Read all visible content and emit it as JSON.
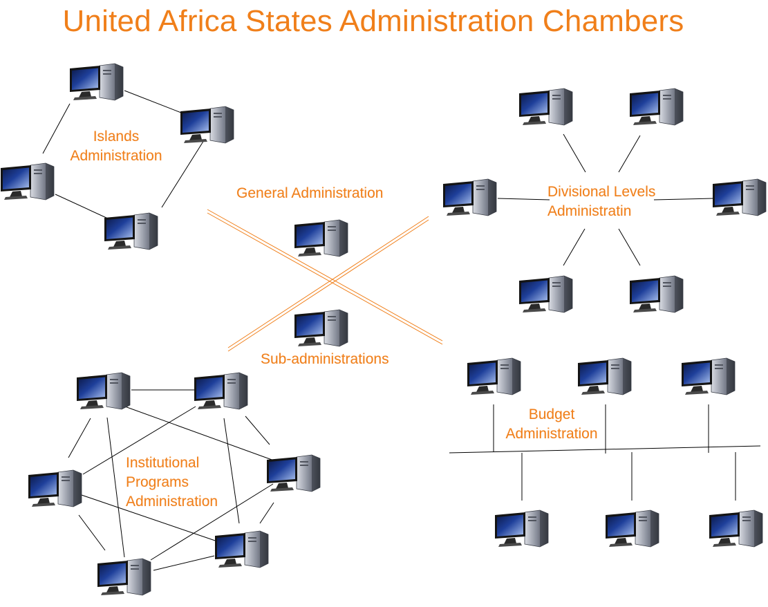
{
  "title": "United Africa States Administration Chambers",
  "groups": {
    "islands": {
      "label": "Islands\nAdministration"
    },
    "general": {
      "label": "General Administration"
    },
    "sub": {
      "label": "Sub-administrations"
    },
    "divisional": {
      "label": "Divisional Levels\nAdministratin"
    },
    "institutional": {
      "label": "Institutional\nPrograms\nAdministration"
    },
    "budget": {
      "label": "Budget\nAdministration"
    }
  },
  "colors": {
    "accent": "#f07f1a",
    "link": "#000000",
    "monitor_screen": "#1e3f9a",
    "tower": "#8a8f9c"
  },
  "icon": "desktop-computer-icon"
}
